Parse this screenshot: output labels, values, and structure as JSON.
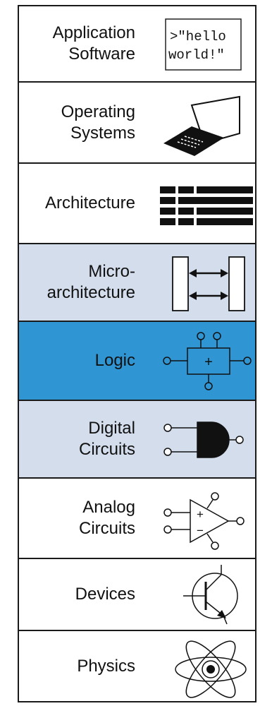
{
  "layers": [
    {
      "label": "Application\nSoftware",
      "icon": "hello-world-code-icon",
      "fill": "#ffffff",
      "code_lines": [
        ">\"hello",
        "world!\""
      ]
    },
    {
      "label": "Operating\nSystems",
      "icon": "laptop-icon",
      "fill": "#ffffff"
    },
    {
      "label": "Architecture",
      "icon": "instruction-format-icon",
      "fill": "#ffffff"
    },
    {
      "label": "Micro-\narchitecture",
      "icon": "datapath-registers-icon",
      "fill": "#d3ddec"
    },
    {
      "label": "Logic",
      "icon": "adder-block-icon",
      "fill": "#2f95d3",
      "icon_symbol": "+"
    },
    {
      "label": "Digital\nCircuits",
      "icon": "and-gate-icon",
      "fill": "#d3ddec"
    },
    {
      "label": "Analog\nCircuits",
      "icon": "op-amp-icon",
      "fill": "#ffffff",
      "icon_symbols": [
        "+",
        "−"
      ]
    },
    {
      "label": "Devices",
      "icon": "transistor-icon",
      "fill": "#ffffff"
    },
    {
      "label": "Physics",
      "icon": "atom-icon",
      "fill": "#ffffff"
    }
  ]
}
